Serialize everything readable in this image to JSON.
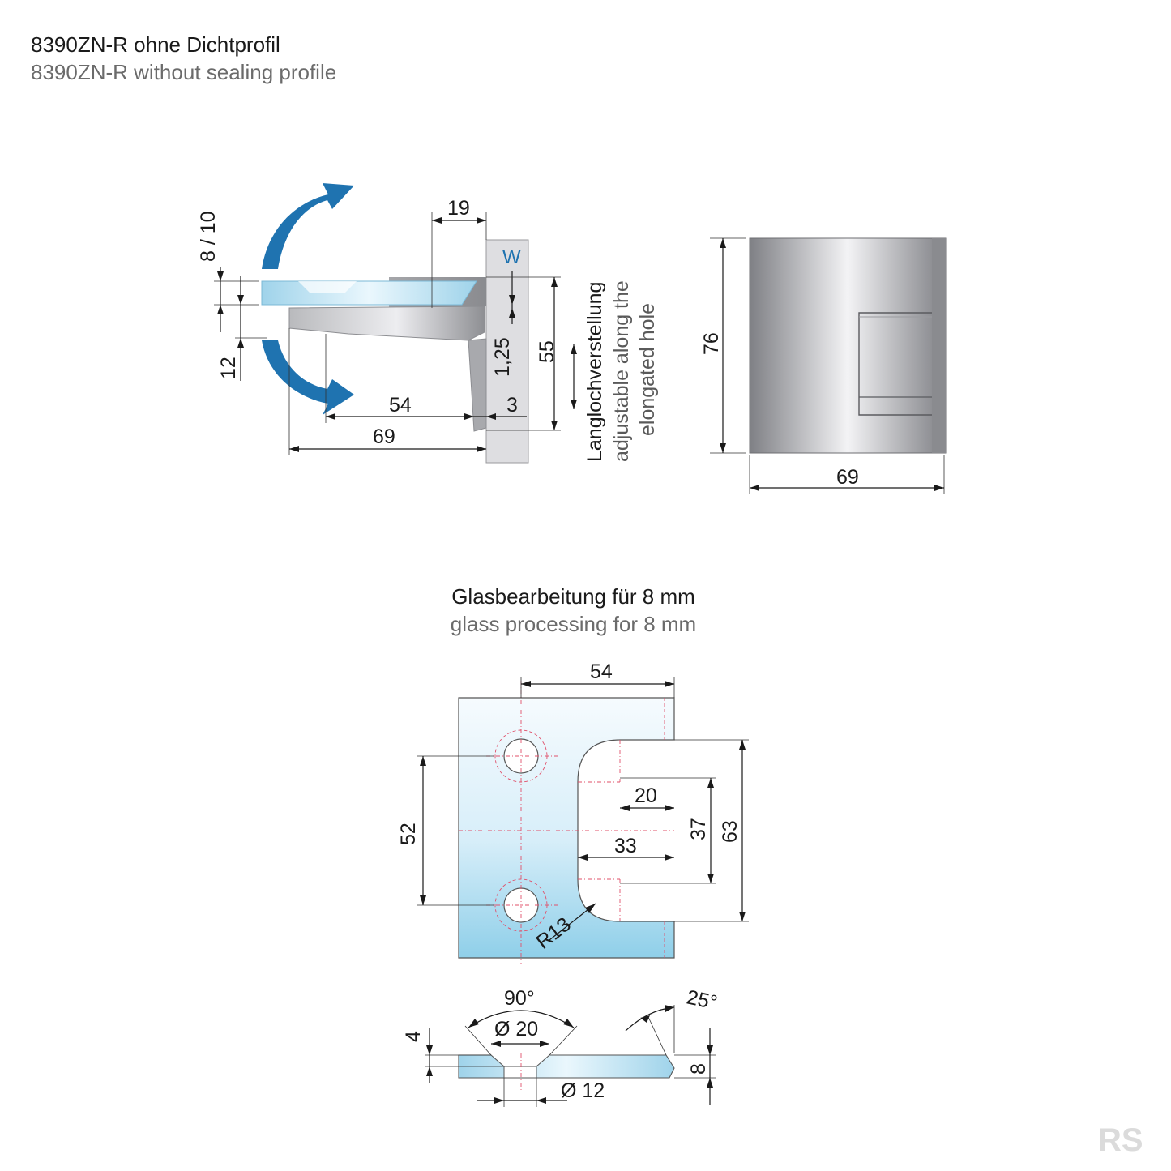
{
  "header": {
    "title_de": "8390ZN-R ohne Dichtprofil",
    "title_en": "8390ZN-R without sealing profile"
  },
  "side_view": {
    "dim_glass_thickness": "8 / 10",
    "dim_gap": "12",
    "dim_top_width": "19",
    "wall_label": "W",
    "dim_adjust": "1,25",
    "dim_height": "55",
    "dim_offset": "3",
    "dim_inner_length": "54",
    "dim_total_length": "69",
    "note_de": "Langlochverstellung",
    "note_en_line1": "adjustable along the",
    "note_en_line2": "elongated hole"
  },
  "front_view": {
    "dim_height": "76",
    "dim_width": "69"
  },
  "glass_processing": {
    "title_de": "Glasbearbeitung für 8 mm",
    "title_en": "glass processing for 8 mm",
    "dim_width": "54",
    "dim_hole_spacing": "52",
    "dim_notch_inner": "20",
    "dim_notch_depth": "33",
    "dim_notch_inner_height": "37",
    "dim_notch_height": "63",
    "dim_radius": "R13"
  },
  "section": {
    "dim_countersink_angle": "90°",
    "dim_countersink_dia": "Ø 20",
    "dim_hole_dia": "Ø 12",
    "dim_depth": "4",
    "dim_thickness": "8",
    "dim_bevel_angle": "25°"
  },
  "logo": {
    "text": "RS"
  },
  "colors": {
    "arrow_blue": "#1f73b0",
    "glass_blue": "#a8d8ee",
    "metal_light": "#e8e8ea",
    "metal_dark": "#8b8c90",
    "wall_grey": "#dddde0",
    "centerline_red": "#e0506a"
  }
}
